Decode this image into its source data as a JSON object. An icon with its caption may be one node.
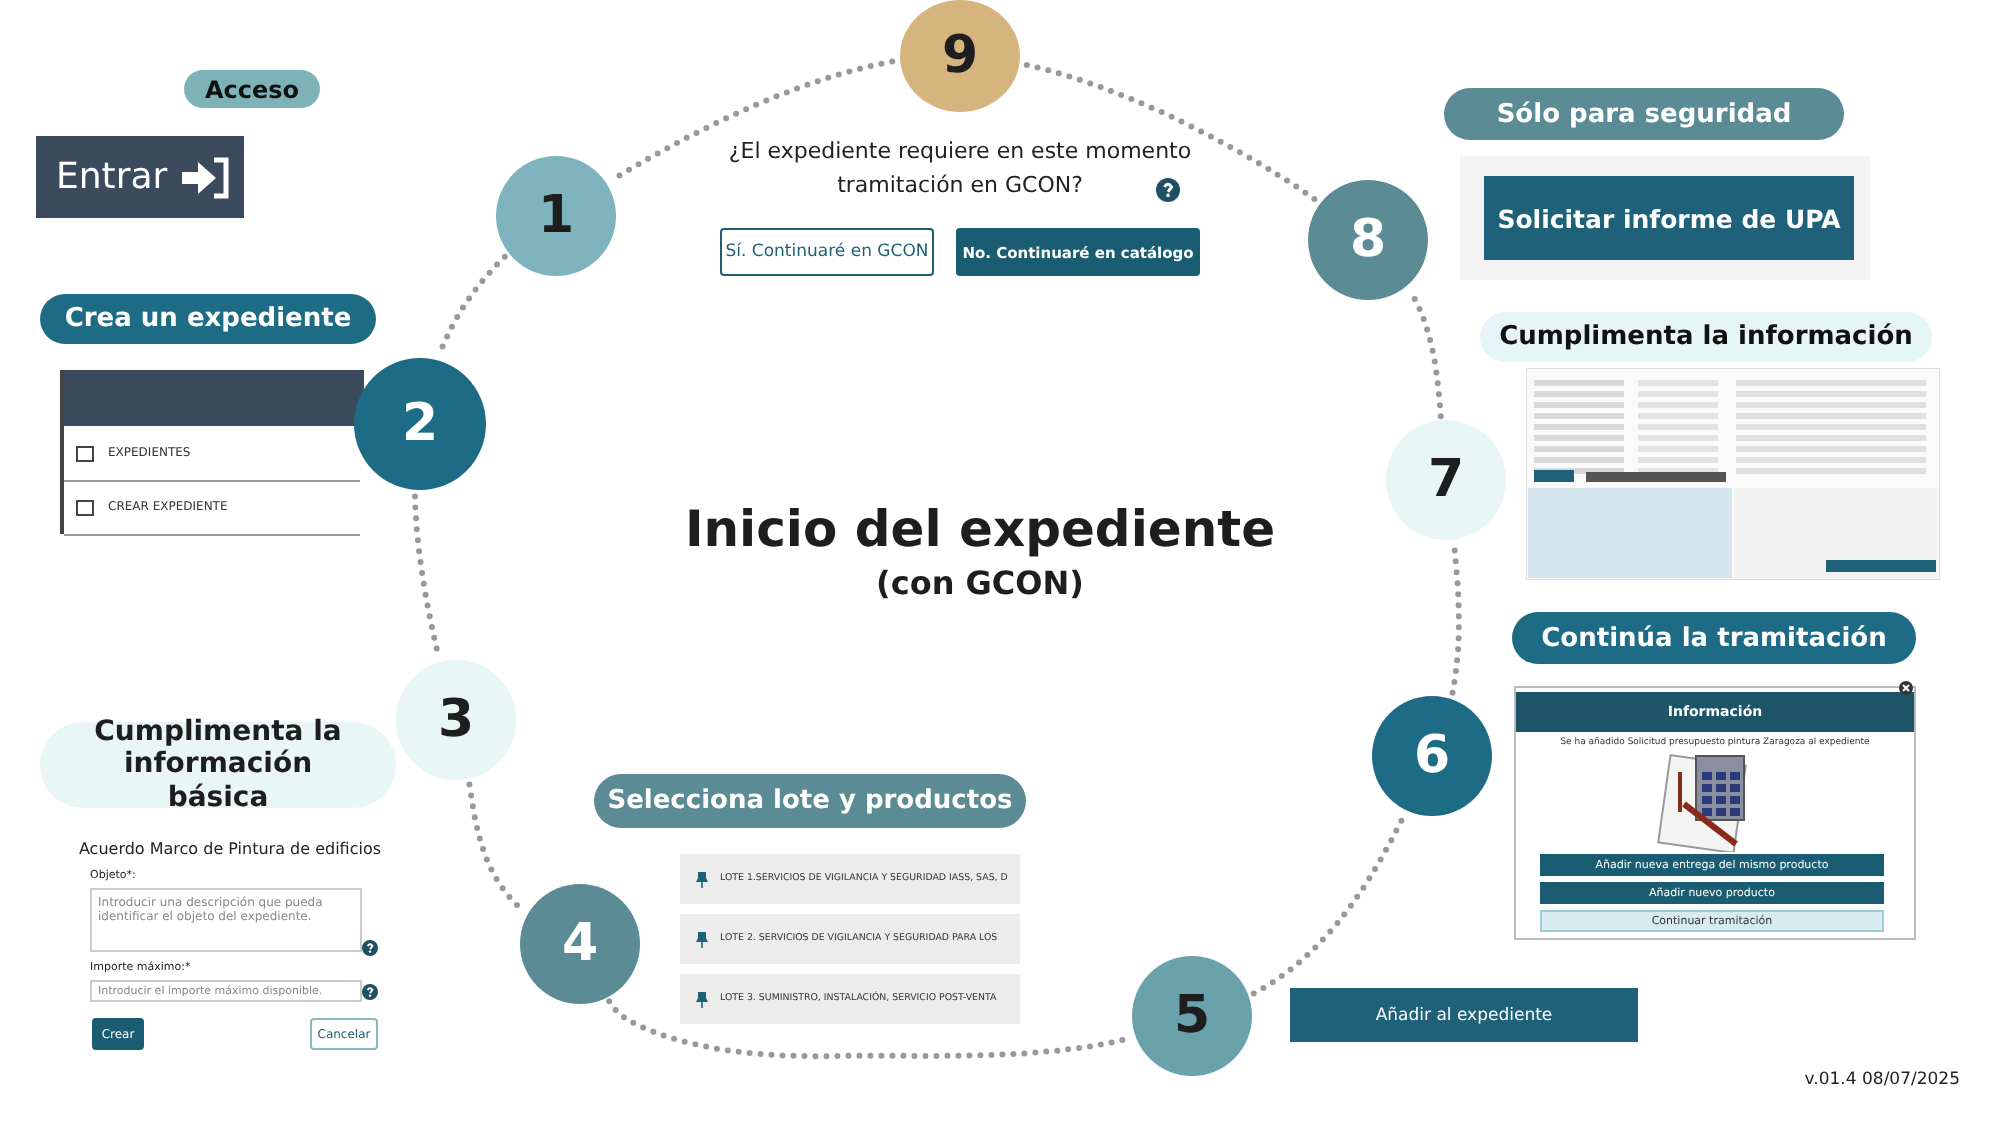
{
  "diagram": {
    "title": "Inicio del expediente",
    "nodes": [
      {
        "text": [
          "9"
        ]
      },
      {
        "text": [
          "Sí. Continuaré en GCON"
        ]
      },
      {
        "text": [
          "No. Continuaré en catálogo"
        ]
      },
      {
        "text": [
          "Acceso"
        ]
      },
      {
        "text": [
          "Entrar"
        ]
      },
      {
        "text": [
          "1"
        ]
      },
      {
        "text": [
          "Sólo para seguridad"
        ]
      },
      {
        "text": [
          "Solicitar informe de UPA"
        ]
      },
      {
        "text": [
          "8"
        ]
      },
      {
        "text": [
          "Crea un expediente"
        ]
      },
      {
        "text": [
          "EXPEDIENTES",
          "CREAR EXPEDIENTE"
        ]
      },
      {
        "text": [
          "2"
        ]
      },
      {
        "text": [
          "Cumplimenta la información"
        ]
      },
      {
        "text": [],
        "shape": "picture"
      },
      {
        "text": [
          "7"
        ]
      },
      {
        "text": [
          "Continúa la tramitación"
        ]
      },
      {
        "text": [
          "Información",
          "Se ha añadido Solicitud presupuesto pintura Zaragoza al expediente"
        ]
      },
      {
        "text": [
          "Añadir nueva entrega del mismo producto"
        ],
        "in": 16
      },
      {
        "text": [
          "Añadir nuevo producto"
        ],
        "in": 16
      },
      {
        "text": [
          "Continuar tramitación"
        ],
        "in": 16
      },
      {
        "text": [
          "3"
        ]
      },
      {
        "text": [
          "6"
        ]
      },
      {
        "text": [
          "Cumplimenta la información básica"
        ]
      },
      {
        "text": [
          "Introducir una descripción que pueda identificar el objeto del expediente."
        ],
        "beside": [
          "Objeto*:"
        ]
      },
      {
        "text": [
          "Introducir el importe máximo disponible."
        ],
        "beside": [
          "Importe máximo:*"
        ]
      },
      {
        "text": [
          "Crear"
        ]
      },
      {
        "text": [
          "Cancelar"
        ]
      },
      {
        "text": [
          "Selecciona lote y productos"
        ]
      },
      {
        "text": [
          "LOTE 1.SERVICIOS DE VIGILANCIA Y SEGURIDAD IASS, SAS, D"
        ]
      },
      {
        "text": [
          "LOTE 2. SERVICIOS DE VIGILANCIA Y SEGURIDAD PARA LOS"
        ]
      },
      {
        "text": [
          "LOTE 3. SUMINISTRO, INSTALACIÓN, SERVICIO POST-VENTA"
        ]
      },
      {
        "text": [
          "4"
        ]
      },
      {
        "text": [
          "5"
        ]
      },
      {
        "text": [
          "Añadir al expediente"
        ]
      }
    ],
    "edges": [
      {
        "from": 5,
        "to": 11,
        "arrow": "none",
        "style": "dashed"
      },
      {
        "from": 11,
        "to": 20,
        "arrow": "none",
        "style": "dashed"
      },
      {
        "from": 20,
        "to": 31,
        "arrow": "none",
        "style": "dashed"
      },
      {
        "from": 31,
        "to": 32,
        "arrow": "none",
        "style": "dashed"
      },
      {
        "from": 32,
        "to": 21,
        "arrow": "none",
        "style": "dashed"
      },
      {
        "from": 21,
        "to": 14,
        "arrow": "none",
        "style": "dashed"
      },
      {
        "from": 14,
        "to": 8,
        "arrow": "none",
        "style": "dashed"
      },
      {
        "from": 8,
        "to": 0,
        "arrow": "none",
        "style": "dashed"
      },
      {
        "from": 0,
        "to": 5,
        "arrow": "none",
        "style": "dashed"
      }
    ],
    "labels": [
      "¿El expediente requiere en este momento tramitación en GCON?",
      "(con GCON)",
      "Acuerdo Marco de Pintura de edificios",
      "v.01.4 08/07/2025"
    ]
  }
}
